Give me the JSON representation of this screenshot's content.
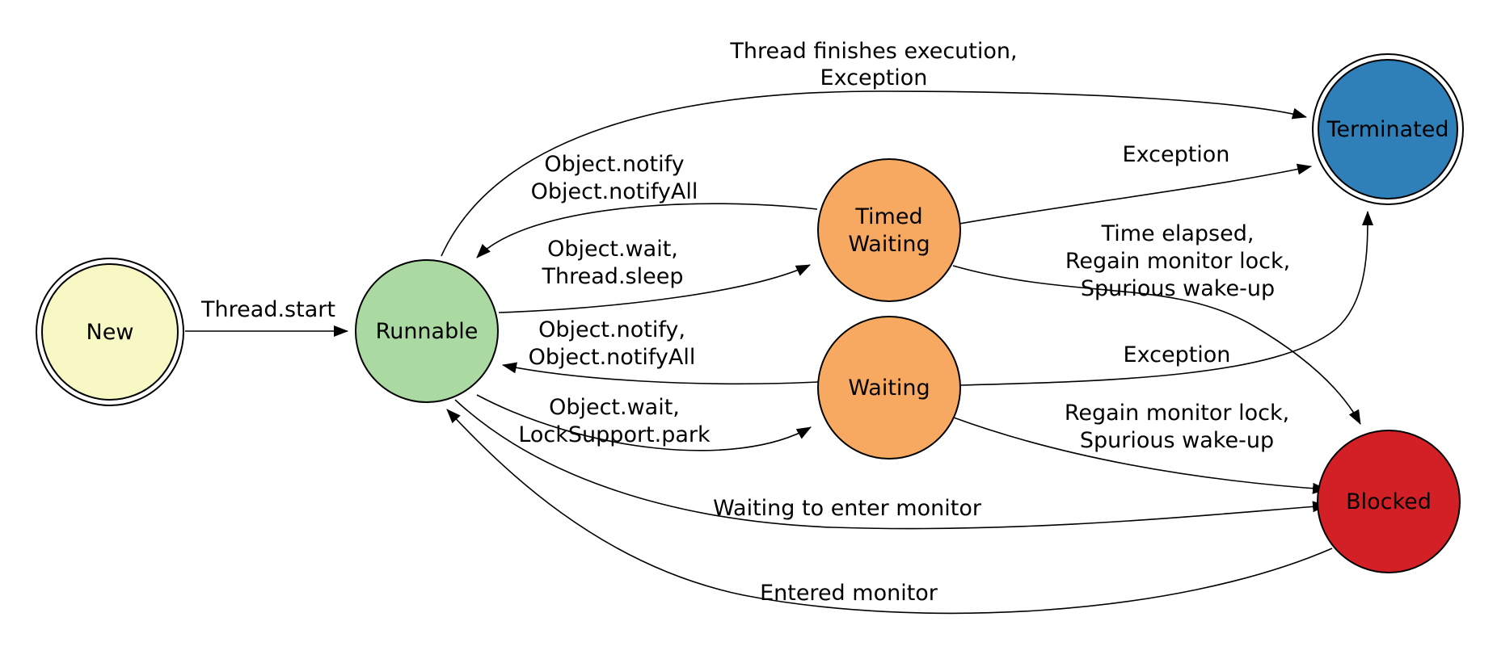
{
  "canvas": {
    "background": "#ffffff",
    "line_color": "#000000",
    "text_color": "#000000"
  },
  "nodes": {
    "new": {
      "label": "New",
      "color": "#f8f8c5"
    },
    "runnable": {
      "label": "Runnable",
      "color": "#aad9a2"
    },
    "timed_waiting": {
      "line1": "Timed",
      "line2": "Waiting",
      "color": "#f8a961"
    },
    "waiting": {
      "label": "Waiting",
      "color": "#f8a961"
    },
    "terminated": {
      "label": "Terminated",
      "color": "#2f7fb8"
    },
    "blocked": {
      "label": "Blocked",
      "color": "#d32026"
    }
  },
  "edges": {
    "new_to_runnable": {
      "label": "Thread.start"
    },
    "runnable_to_terminated": {
      "line1": "Thread finishes execution,",
      "line2": "Exception"
    },
    "timed_waiting_to_runnable": {
      "line1": "Object.notify",
      "line2": "Object.notifyAll"
    },
    "runnable_to_timed_waiting": {
      "line1": "Object.wait,",
      "line2": "Thread.sleep"
    },
    "timed_waiting_to_terminated": {
      "label": "Exception"
    },
    "timed_waiting_to_blocked": {
      "line1": "Time elapsed,",
      "line2": "Regain monitor lock,",
      "line3": "Spurious wake-up"
    },
    "waiting_to_runnable": {
      "line1": "Object.notify,",
      "line2": "Object.notifyAll"
    },
    "runnable_to_waiting": {
      "line1": "Object.wait,",
      "line2": "LockSupport.park"
    },
    "waiting_to_terminated": {
      "label": "Exception"
    },
    "waiting_to_blocked": {
      "line1": "Regain monitor lock,",
      "line2": "Spurious wake-up"
    },
    "runnable_to_blocked": {
      "label": "Waiting to enter monitor"
    },
    "blocked_to_runnable": {
      "label": "Entered monitor"
    }
  }
}
